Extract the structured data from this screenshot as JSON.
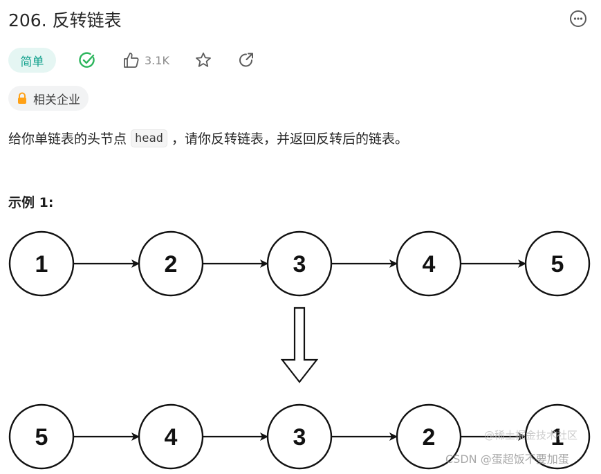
{
  "problem": {
    "title": "206. 反转链表",
    "difficulty": "简单",
    "likes": "3.1K",
    "company_tag": "相关企业"
  },
  "description": {
    "prefix": "给你单链表的头节点",
    "code": "head",
    "suffix": "，请你反转链表，并返回反转后的链表。"
  },
  "example": {
    "title": "示例 1:",
    "before": [
      "1",
      "2",
      "3",
      "4",
      "5"
    ],
    "after": [
      "5",
      "4",
      "3",
      "2",
      "1"
    ]
  },
  "watermark": {
    "line1": "@稀土掘金技术社区",
    "line2": "CSDN @蛋超饭不要加蛋"
  },
  "colors": {
    "accent_green": "#17a38f",
    "check_green": "#2db55d",
    "lock_orange": "#ffa116"
  },
  "icons": [
    "more-icon",
    "check-circle-icon",
    "thumb-up-icon",
    "star-icon",
    "share-icon",
    "lock-icon",
    "down-arrow-icon"
  ]
}
